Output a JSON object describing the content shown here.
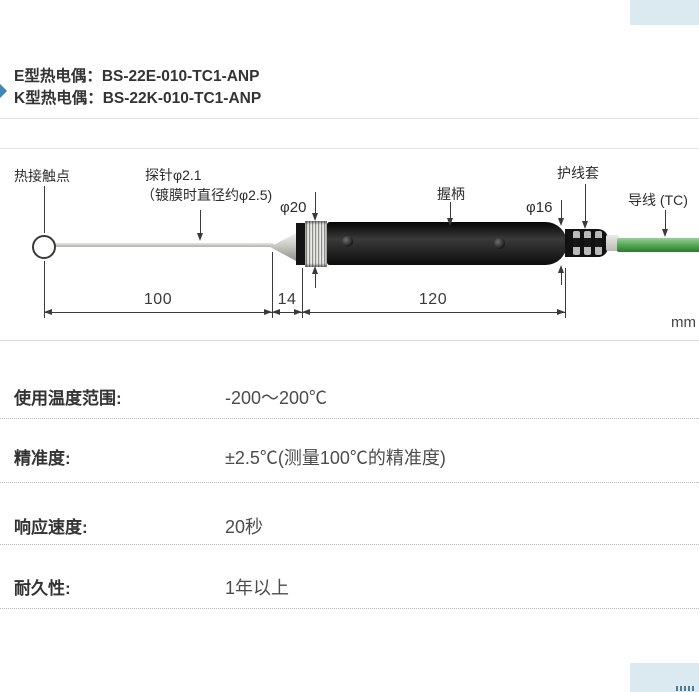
{
  "header": {
    "model_e": "E型热电偶：BS-22E-010-TC1-ANP",
    "model_k": "K型热电偶：BS-22K-010-TC1-ANP"
  },
  "diagram": {
    "labels": {
      "hot_junction": "热接触点",
      "probe_spec": "探针φ2.1",
      "probe_spec_note": "（镀膜时直径约φ2.5)",
      "dia_front": "φ20",
      "grip": "握柄",
      "dia_rear": "φ16",
      "sleeve": "护线套",
      "lead_wire": "导线 (TC)"
    },
    "dims": {
      "probe_len": "100",
      "tip_len": "14",
      "grip_len": "120",
      "unit": "mm"
    },
    "colors": {
      "wire_green": "#57a757",
      "handle_black": "#141414",
      "accent_blue": "#dbe9f1"
    }
  },
  "specs": {
    "rows": [
      {
        "label": "使用温度范围:",
        "value": "-200～200℃"
      },
      {
        "label": "精准度:",
        "value": "±2.5℃(测量100℃的精准度)"
      },
      {
        "label": "响应速度:",
        "value": "20秒"
      },
      {
        "label": "耐久性:",
        "value": "1年以上"
      }
    ]
  }
}
